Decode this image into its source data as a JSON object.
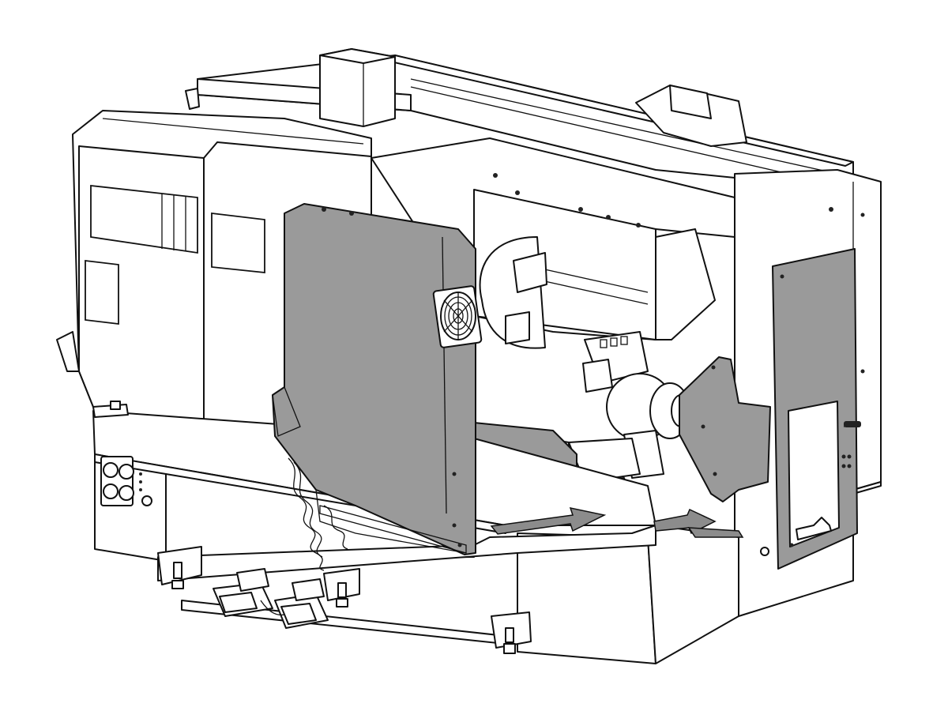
{
  "figure": {
    "subject": "cnc-lathe-enclosure-panel-installation",
    "colors": {
      "line": "#111111",
      "highlight_panel": "#9a9a9a",
      "arrow_fill": "#8c8c8c",
      "background": "#ffffff"
    },
    "highlighted_parts": [
      "front-panel-left",
      "end-panel-right",
      "door-panel-right"
    ],
    "arrow_count": 2,
    "icons": [
      "fan-icon",
      "arrow-icon",
      "foot-pedal-icon"
    ]
  }
}
